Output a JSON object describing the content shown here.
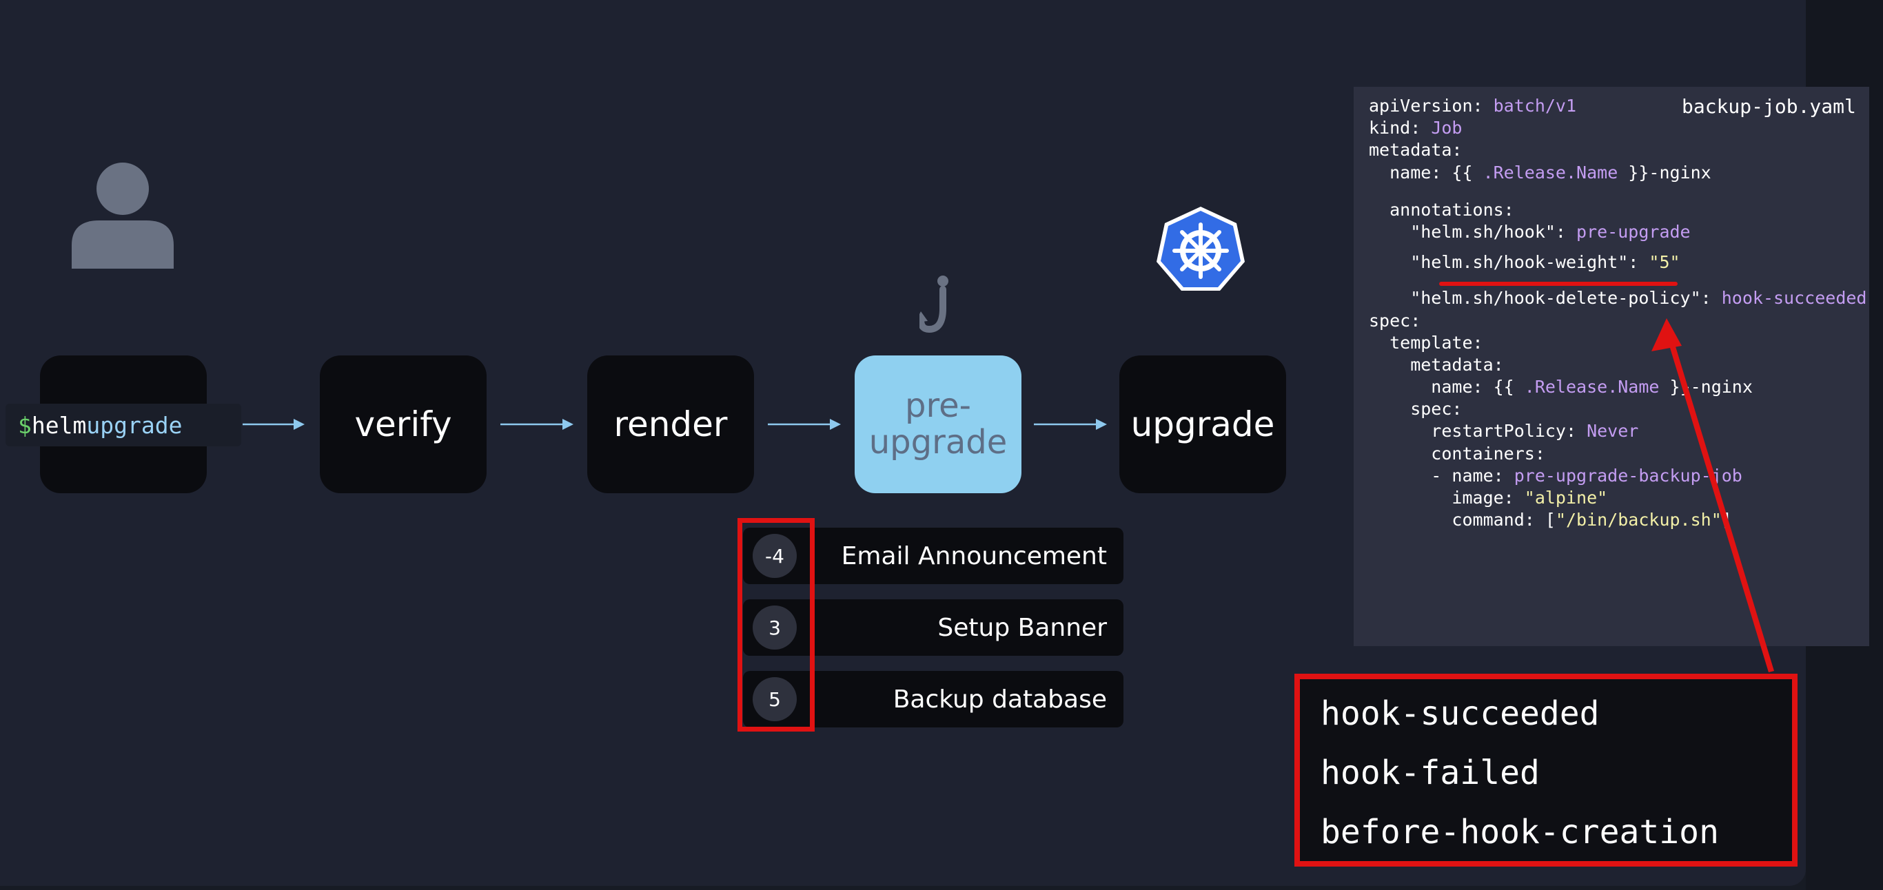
{
  "command": {
    "prompt": "$",
    "program": "helm",
    "subcommand": "upgrade"
  },
  "stages": [
    "verify",
    "render",
    "pre-\nupgrade",
    "upgrade"
  ],
  "hooks": [
    {
      "weight": "-4",
      "label": "Email Announcement"
    },
    {
      "weight": "3",
      "label": "Setup Banner"
    },
    {
      "weight": "5",
      "label": "Backup database"
    }
  ],
  "code_file": {
    "filename": "backup-job.yaml",
    "lines": [
      {
        "key": "apiVersion: ",
        "val": "batch/v1"
      },
      {
        "key": "kind: ",
        "val": "Job"
      },
      {
        "key": "metadata:"
      },
      {
        "key": "  name: {{ ",
        "val": ".Release.Name",
        "rest": " }}-nginx"
      },
      {
        "key": "  annotations:"
      },
      {
        "key": "    \"helm.sh/hook\": ",
        "val": "pre-upgrade"
      },
      {
        "key": "    \"helm.sh/hook-weight\": ",
        "str": "\"5\""
      },
      {
        "key": "    \"helm.sh/hook-delete-policy\": ",
        "val": "hook-succeeded"
      },
      {
        "key": "spec:"
      },
      {
        "key": "  template:"
      },
      {
        "key": "    metadata:"
      },
      {
        "key": "      name: {{ ",
        "val": ".Release.Name",
        "rest": " }}-nginx"
      },
      {
        "key": "    spec:"
      },
      {
        "key": "      restartPolicy: ",
        "val": "Never"
      },
      {
        "key": "      containers:"
      },
      {
        "key": "      - name: ",
        "val": "pre-upgrade-backup-job"
      },
      {
        "key": "        image: ",
        "str": "\"alpine\""
      },
      {
        "key": "        command: [",
        "str": "\"/bin/backup.sh\"",
        "rest": "]"
      }
    ]
  },
  "delete_policies": [
    "hook-succeeded",
    "hook-failed",
    "before-hook-creation"
  ],
  "colors": {
    "accent_red": "#e01212",
    "active_stage": "#8fd0f0",
    "yaml_value": "#c49df2",
    "yaml_string": "#f3f0a8",
    "kubernetes_blue": "#326ce5"
  },
  "icons": [
    "user-avatar-icon",
    "hook-icon",
    "kubernetes-helm-icon"
  ]
}
